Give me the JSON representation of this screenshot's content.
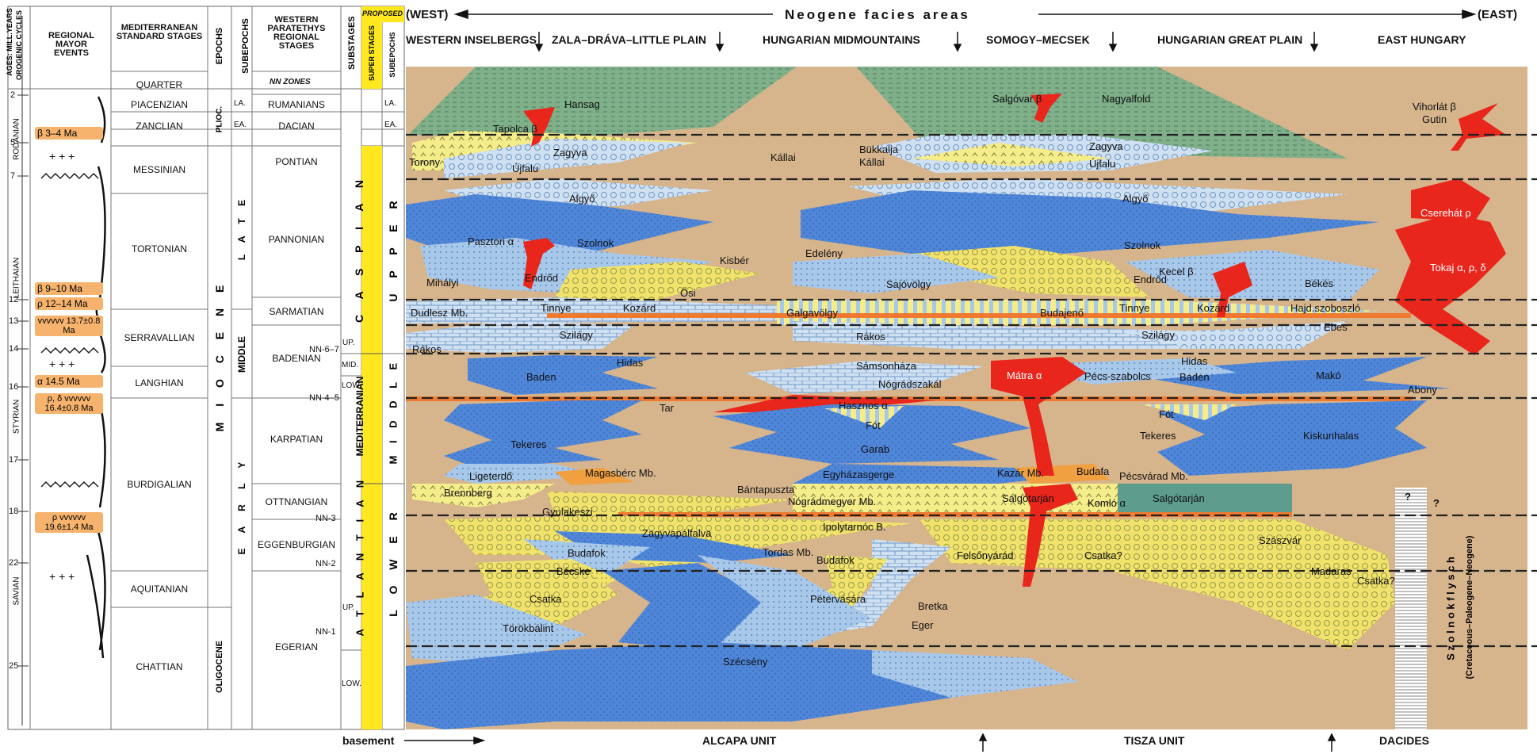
{
  "left_headers": {
    "ages": "AGES: MILL.YEARS",
    "cycles": "OROGENIC CYCLES",
    "regional_events": "REGIONAL MAYOR EVENTS",
    "med_stages": "MEDITERRANEAN STANDARD STAGES",
    "epochs": "EPOCHS",
    "subepochs": "SUBEPOCHS",
    "paratethys": "WESTERN PARATETHYS REGIONAL STAGES",
    "nn_zones": "NN ZONES",
    "substages": "SUBSTAGES",
    "proposed": "PROPOSED",
    "super_stages": "SUPER STAGES",
    "subepochs2": "SUBEPOCHS"
  },
  "ages": [
    "2",
    "5",
    "7",
    "12",
    "13",
    "14",
    "16",
    "17",
    "18",
    "22",
    "25"
  ],
  "cycles": [
    "RODANIAN",
    "LEITHAIAN",
    "STYRIAN",
    "SAVIAN"
  ],
  "events": [
    "β 3–4 Ma",
    "+ + +",
    "β 9–10 Ma",
    "ρ 12–14 Ma",
    "vvvvvv 13.7±0.8 Ma",
    "+ + +",
    "α 14.5 Ma",
    "ρ, δ vvvvvv 16.4±0.8 Ma",
    "ρ vvvvvv 19.6±1.4 Ma",
    "+ + +"
  ],
  "med_stages": [
    "QUARTER",
    "PIACENZIAN",
    "ZANCLIAN",
    "MESSINIAN",
    "TORTONIAN",
    "SERRAVALLIAN",
    "LANGHIAN",
    "BURDIGALIAN",
    "AQUITANIAN",
    "CHATTIAN"
  ],
  "epochs": [
    "PLIOC.",
    "M I O C E N E",
    "OLIGOCENE"
  ],
  "subepochs": [
    "LA.",
    "EA.",
    "L A T E",
    "MIDDLE",
    "E A R L Y"
  ],
  "paratethys": [
    "RUMANIANS",
    "DACIAN",
    "PONTIAN",
    "PANNONIAN",
    "SARMATIAN",
    "BADENIAN",
    "KARPATIAN",
    "OTTNANGIAN",
    "EGGENBURGIAN",
    "EGERIAN"
  ],
  "nn_zones": [
    "NN-6–7",
    "NN-4–5",
    "NN-3",
    "NN-2",
    "NN-1"
  ],
  "substages": [
    "UP.",
    "MID.",
    "LOW.",
    "UP.",
    "LOW."
  ],
  "super_stages": [
    "C A S P I A N",
    "MEDITERRANIAN",
    "A T L A N T I A N"
  ],
  "subepochs2": [
    "LA.",
    "EA.",
    "U P P E R",
    "M I D D L E",
    "L O W E R"
  ],
  "top": {
    "west": "(WEST)",
    "title": "Neogene facies areas",
    "east": "(EAST)",
    "areas": [
      "WESTERN INSELBERGS",
      "ZALA–DRÁVA–LITTLE PLAIN",
      "HUNGARIAN MIDMOUNTAINS",
      "SOMOGY–MECSEK",
      "HUNGARIAN GREAT PLAIN",
      "EAST HUNGARY"
    ]
  },
  "bottom": {
    "basement": "basement",
    "units": [
      "ALCAPA UNIT",
      "TISZA UNIT",
      "DACIDES"
    ]
  },
  "flysch": {
    "name": "S z o l n o k   f l y s c h",
    "age": "(Cretaceous–Paleogene–Neogene)",
    "q1": "?",
    "q2": "?"
  },
  "formations": [
    "Hansag",
    "Salgóvar β",
    "Nagyalfold",
    "Vihorlát β",
    "Gutin",
    "Tapolca β",
    "Torony",
    "Zagyva",
    "Kállai",
    "Bükkalja",
    "Kállai",
    "Zagyva",
    "Újfalu",
    "Újfalu",
    "Algyő",
    "Algyő",
    "Cserehát ρ",
    "Pasztori α",
    "Szolnok",
    "Szolnok",
    "Tokaj α, ρ, δ",
    "Mihályi",
    "Endrőd",
    "Kisbér",
    "Ősi",
    "Edelény",
    "Sajóvölgy",
    "Kecel β",
    "Endrőd",
    "Békés",
    "Dudlesz Mb.",
    "Tinnye",
    "Kozárd",
    "Galgavölgy",
    "Budajenő",
    "Tinnye",
    "Kozárd",
    "Hajd.szoboszló",
    "Szilágy",
    "Rákos",
    "Szilágy",
    "Ebes",
    "Rákos",
    "Baden",
    "Hidas",
    "Sámsonháza",
    "Nógrádszakál",
    "Mátra α",
    "Pécs-szabolcs",
    "Hidas",
    "Baden",
    "Makó",
    "Abony",
    "Tar",
    "Hasznos α",
    "Fót",
    "Fót",
    "Tekeres",
    "Garab",
    "Tekeres",
    "Kiskunhalas",
    "Ligeterdő",
    "Magasbérc Mb.",
    "Egyházasgerge",
    "Kazár Mb.",
    "Budafa",
    "Pécsvárad Mb.",
    "Brennberg",
    "Bántapuszta",
    "Nógrádmegyer Mb.",
    "Salgótarján",
    "Komló α",
    "Salgótarján",
    "Gyulakeszi",
    "Ipolytarnóc B.",
    "Zagyvapálfalva",
    "Tordas Mb.",
    "Budafok",
    "Bécske",
    "Budafok",
    "Felsőnyárád",
    "Csatka?",
    "Szászvár",
    "Madaras",
    "Csatka?",
    "Csatka",
    "Pétervására",
    "Bretka",
    "Eger",
    "Törökbálint",
    "Szécsény"
  ],
  "colors": {
    "beige": "#d6b48c",
    "blue": "#4f86d8",
    "lightblue": "#a8c8ea",
    "paleblue": "#c9dcf0",
    "green": "#7fb08a",
    "yellow": "#f0e26a",
    "red": "#e8261c",
    "orange": "#f07a30",
    "teal": "#5e9c8e",
    "band": "#ffe81f"
  }
}
